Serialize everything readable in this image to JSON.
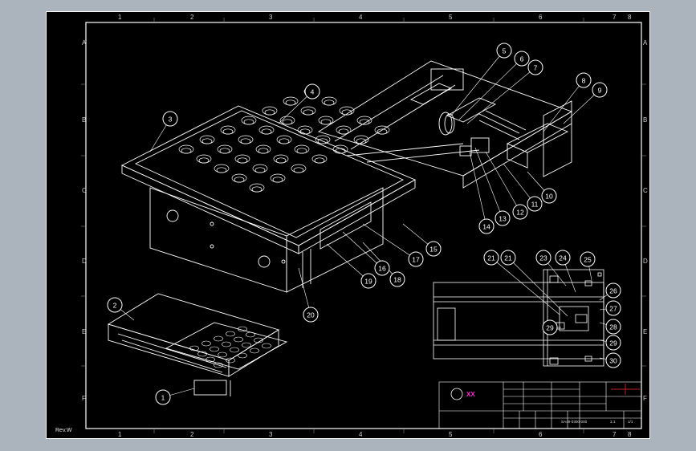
{
  "zone_columns": [
    "1",
    "2",
    "3",
    "4",
    "5",
    "6",
    "7",
    "8"
  ],
  "zone_rows": [
    "A",
    "B",
    "C",
    "D",
    "E",
    "F"
  ],
  "balloons": [
    "1",
    "2",
    "3",
    "4",
    "5",
    "6",
    "7",
    "8",
    "9",
    "10",
    "11",
    "12",
    "13",
    "14",
    "15",
    "16",
    "17",
    "18",
    "19",
    "20",
    "21",
    "21",
    "23",
    "24",
    "25",
    "26",
    "27",
    "28",
    "29",
    "29",
    "30"
  ],
  "title_block": {
    "logo": "XX",
    "drawing_number": "SA49-0300-000",
    "scale": "1:1",
    "sheet": "1/1",
    "material": "",
    "notes": [
      "",
      ""
    ]
  },
  "corner_mark": "Rev.W",
  "colors": {
    "frame": "#ffffff",
    "background": "#000000",
    "balloon": "#ffffff",
    "logo": "#ff2bd2",
    "centerline": "#ff3030"
  }
}
